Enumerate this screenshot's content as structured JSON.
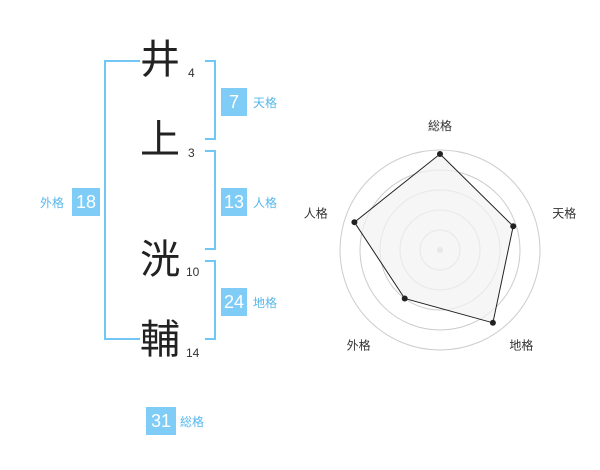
{
  "name": {
    "characters": [
      {
        "char": "井",
        "strokes": "4"
      },
      {
        "char": "上",
        "strokes": "3"
      },
      {
        "char": "洸",
        "strokes": "10"
      },
      {
        "char": "輔",
        "strokes": "14"
      }
    ]
  },
  "fortune": {
    "tenkaku": {
      "value": "7",
      "label": "天格"
    },
    "jinkaku": {
      "value": "13",
      "label": "人格"
    },
    "chikaku": {
      "value": "24",
      "label": "地格"
    },
    "gaikaku": {
      "value": "18",
      "label": "外格"
    },
    "soukaku": {
      "value": "31",
      "label": "総格"
    }
  },
  "chart_data": {
    "type": "radar",
    "axes": [
      "総格",
      "天格",
      "地格",
      "外格",
      "人格"
    ],
    "values": [
      0.96,
      0.77,
      0.9,
      0.6,
      0.9
    ],
    "range": [
      0,
      1
    ],
    "rings": 5,
    "colors": {
      "fill": "#f2f2f2",
      "line": "#222222",
      "grid": "#cccccc",
      "center": "#cccccc"
    }
  },
  "colors": {
    "accent": "#7fcdf7",
    "label": "#56b7ee"
  }
}
